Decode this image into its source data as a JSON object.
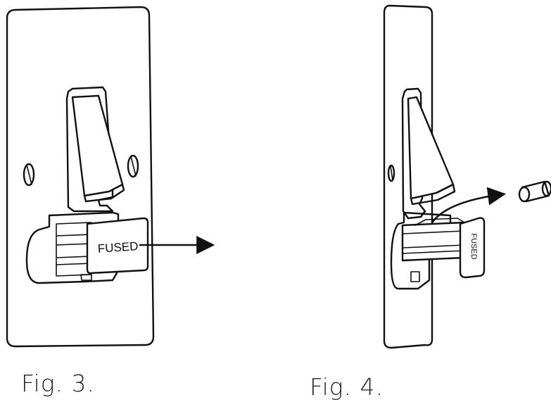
{
  "figures": [
    {
      "caption": "Fig. 3.",
      "cassette_label": "FUSED"
    },
    {
      "caption": "Fig. 4.",
      "cassette_label": "FUSED"
    }
  ],
  "colors": {
    "line": "#111111",
    "background": "#ffffff"
  }
}
